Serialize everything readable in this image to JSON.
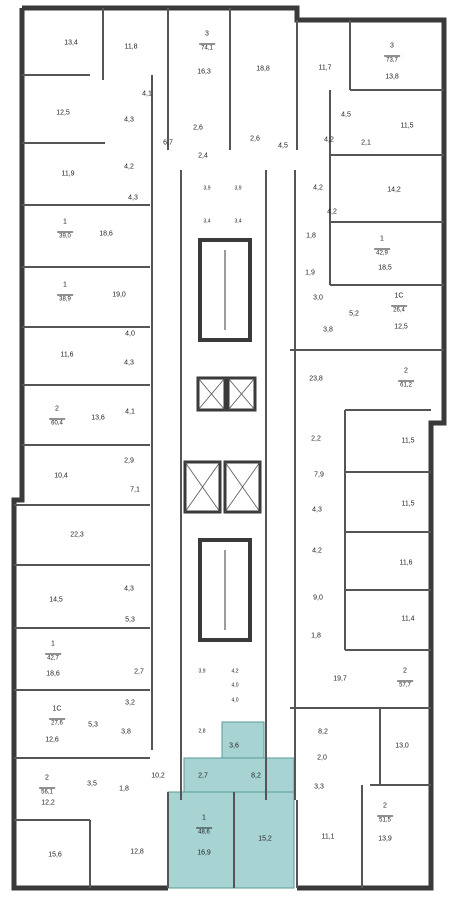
{
  "apartments": [
    {
      "id": "a1",
      "rooms": "3",
      "area": "74,1"
    },
    {
      "id": "a2",
      "rooms": "3",
      "area": "73,7"
    },
    {
      "id": "a3",
      "rooms": "1",
      "area": "39,0"
    },
    {
      "id": "a4",
      "rooms": "1",
      "area": "42,9"
    },
    {
      "id": "a5",
      "rooms": "1",
      "area": "38,9"
    },
    {
      "id": "a6",
      "rooms": "1С",
      "area": "26,4"
    },
    {
      "id": "a7",
      "rooms": "2",
      "area": "61,2"
    },
    {
      "id": "a8",
      "rooms": "2",
      "area": "60,4"
    },
    {
      "id": "a9",
      "rooms": "1",
      "area": "42,7"
    },
    {
      "id": "a10",
      "rooms": "2",
      "area": "57,7"
    },
    {
      "id": "a11",
      "rooms": "1С",
      "area": "27,6"
    },
    {
      "id": "a12",
      "rooms": "2",
      "area": "56,1"
    },
    {
      "id": "a13",
      "rooms": "2",
      "area": "51,5"
    },
    {
      "id": "a14",
      "rooms": "1",
      "area": "48,6",
      "highlighted": true
    }
  ],
  "room_areas": {
    "r1": "13,4",
    "r2": "11,8",
    "r3": "16,3",
    "r4": "18,8",
    "r5": "11,7",
    "r6": "13,8",
    "r7": "4,1",
    "r8": "12,5",
    "r9": "4,3",
    "r10": "6,7",
    "r11": "2,6",
    "r12": "2,6",
    "r13": "4,5",
    "r14": "4,5",
    "r15": "4,2",
    "r16": "11,5",
    "r17": "2,1",
    "r18": "4,2",
    "r19": "2,4",
    "r20": "11,9",
    "r21": "3,9",
    "r22": "3,9",
    "r23": "4,2",
    "r24": "14,2",
    "r25": "4,3",
    "r26": "3,4",
    "r27": "3,4",
    "r28": "4,2",
    "r29": "18,6",
    "r30": "1,8",
    "r31": "18,5",
    "r32": "1,9",
    "r33": "19,0",
    "r34": "3,0",
    "r35": "5,2",
    "r36": "3,8",
    "r37": "12,5",
    "r38": "4,0",
    "r39": "11,6",
    "r40": "4,3",
    "r41": "23,8",
    "r42": "13,6",
    "r43": "4,1",
    "r44": "2,2",
    "r45": "11,5",
    "r46": "2,9",
    "r47": "10,4",
    "r48": "7,9",
    "r49": "7,1",
    "r50": "11,5",
    "r51": "4,3",
    "r52": "22,3",
    "r53": "4,2",
    "r54": "11,6",
    "r55": "14,5",
    "r56": "4,3",
    "r57": "9,0",
    "r58": "5,3",
    "r59": "11,4",
    "r60": "1,8",
    "r61": "18,6",
    "r62": "2,7",
    "r63": "3,9",
    "r64": "4,2",
    "r65": "4,0",
    "r66": "19,7",
    "r67": "3,2",
    "r68": "5,3",
    "r69": "3,8",
    "r70": "12,6",
    "r71": "2,8",
    "r72": "4,0",
    "r73": "3,6",
    "r74": "8,2",
    "r75": "2,0",
    "r76": "13,0",
    "r77": "3,3",
    "r78": "10,2",
    "r79": "2,7",
    "r80": "8,2",
    "r81": "3,5",
    "r82": "1,8",
    "r83": "12,2",
    "r84": "15,6",
    "r85": "12,8",
    "r86": "16,9",
    "r87": "15,2",
    "r88": "11,1",
    "r89": "13,9"
  },
  "colors": {
    "wall": "#3a3a3a",
    "thin_wall": "#555555",
    "highlight": "#a8d3d3",
    "highlight_stroke": "#5a9a9a",
    "background": "#ffffff"
  }
}
